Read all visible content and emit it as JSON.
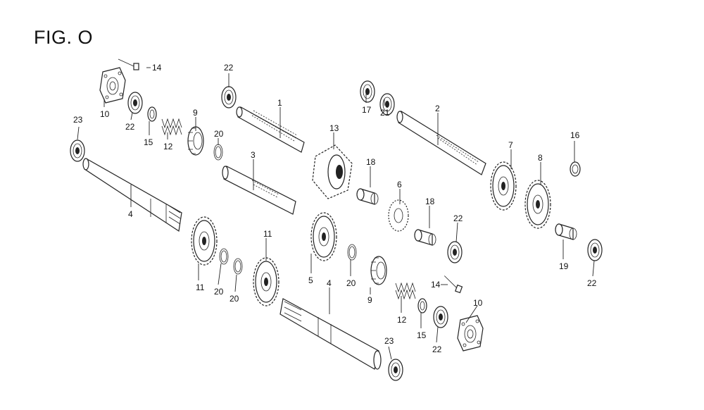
{
  "figure": {
    "title": "FIG. O"
  },
  "callouts": [
    {
      "id": "c1",
      "text": "1"
    },
    {
      "id": "c2",
      "text": "2"
    },
    {
      "id": "c3",
      "text": "3"
    },
    {
      "id": "c4a",
      "text": "4"
    },
    {
      "id": "c4b",
      "text": "4"
    },
    {
      "id": "c5",
      "text": "5"
    },
    {
      "id": "c6",
      "text": "6"
    },
    {
      "id": "c7",
      "text": "7"
    },
    {
      "id": "c8",
      "text": "8"
    },
    {
      "id": "c9a",
      "text": "9"
    },
    {
      "id": "c9b",
      "text": "9"
    },
    {
      "id": "c10a",
      "text": "10"
    },
    {
      "id": "c10b",
      "text": "10"
    },
    {
      "id": "c11a",
      "text": "11"
    },
    {
      "id": "c11b",
      "text": "11"
    },
    {
      "id": "c12a",
      "text": "12"
    },
    {
      "id": "c12b",
      "text": "12"
    },
    {
      "id": "c13",
      "text": "13"
    },
    {
      "id": "c14a",
      "text": "14"
    },
    {
      "id": "c14b",
      "text": "14"
    },
    {
      "id": "c15a",
      "text": "15"
    },
    {
      "id": "c15b",
      "text": "15"
    },
    {
      "id": "c16",
      "text": "16"
    },
    {
      "id": "c17",
      "text": "17"
    },
    {
      "id": "c18a",
      "text": "18"
    },
    {
      "id": "c18b",
      "text": "18"
    },
    {
      "id": "c19",
      "text": "19"
    },
    {
      "id": "c20a",
      "text": "20"
    },
    {
      "id": "c20b",
      "text": "20"
    },
    {
      "id": "c20c",
      "text": "20"
    },
    {
      "id": "c20d",
      "text": "20"
    },
    {
      "id": "c21",
      "text": "21"
    },
    {
      "id": "c22a",
      "text": "22"
    },
    {
      "id": "c22b",
      "text": "22"
    },
    {
      "id": "c22c",
      "text": "22"
    },
    {
      "id": "c22d",
      "text": "22"
    },
    {
      "id": "c22e",
      "text": "22"
    },
    {
      "id": "c23a",
      "text": "23"
    },
    {
      "id": "c23b",
      "text": "23"
    }
  ]
}
